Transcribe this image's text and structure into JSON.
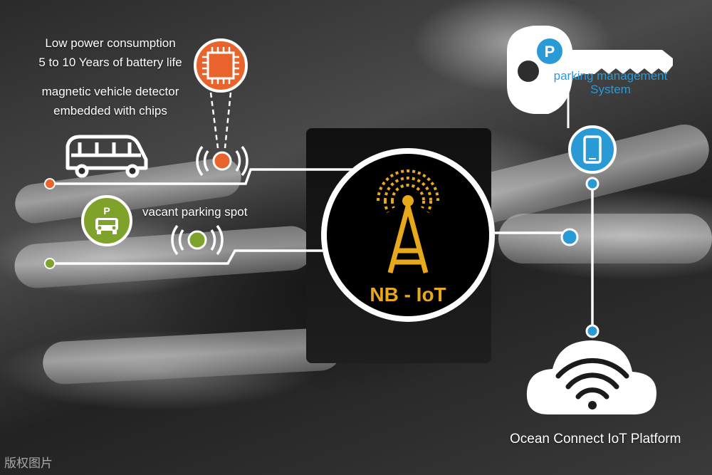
{
  "labels": {
    "power_line1": "Low power consumption",
    "power_line2": "5 to 10 Years of battery life",
    "detector_line1": "magnetic vehicle detector",
    "detector_line2": "embedded with chips",
    "vacant": "vacant parking spot",
    "parking_line1": "parking management",
    "parking_line2": "System",
    "parking_letter": "P",
    "vacant_letter": "P",
    "hub": "NB - IoT",
    "platform": "Ocean Connect IoT Platform",
    "watermark": "版权图片"
  },
  "colors": {
    "orange": "#e8642c",
    "green": "#7fa32a",
    "blue": "#2a9ad6",
    "gold": "#e8a81c",
    "line": "#ffffff"
  },
  "icons": [
    "chip-icon",
    "signal-orange-icon",
    "bus-icon",
    "parking-car-icon",
    "signal-green-icon",
    "tower-icon",
    "key-icon",
    "phone-icon",
    "cloud-wifi-icon"
  ]
}
